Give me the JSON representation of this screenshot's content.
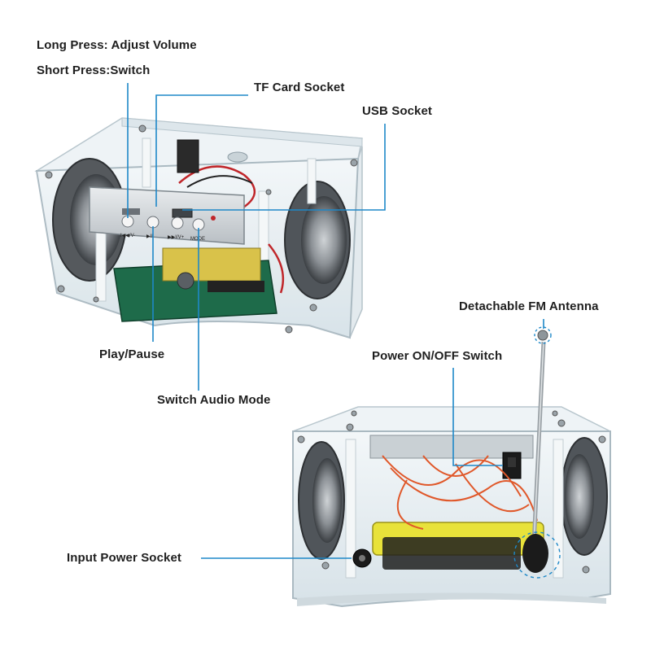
{
  "labels": {
    "long_press": "Long Press: Adjust Volume",
    "short_press": "Short Press:Switch",
    "tf_card": "TF Card Socket",
    "usb": "USB Socket",
    "play_pause": "Play/Pause",
    "switch_audio": "Switch Audio Mode",
    "fm_antenna": "Detachable FM Antenna",
    "power_switch": "Power ON/OFF Switch",
    "input_power": "Input Power Socket"
  },
  "panel": {
    "btn_prev": "I◀◀/V-",
    "btn_play": "▶II",
    "btn_next": "▶▶I/V+",
    "btn_mode": "MODE"
  },
  "colors": {
    "callout_line": "#1e88c8",
    "label_text": "#1f1f1f",
    "acrylic": "#dfe9ee",
    "pcb": "#1e6b4a",
    "battery": "#e8e23a",
    "wire": "#e0582a"
  }
}
